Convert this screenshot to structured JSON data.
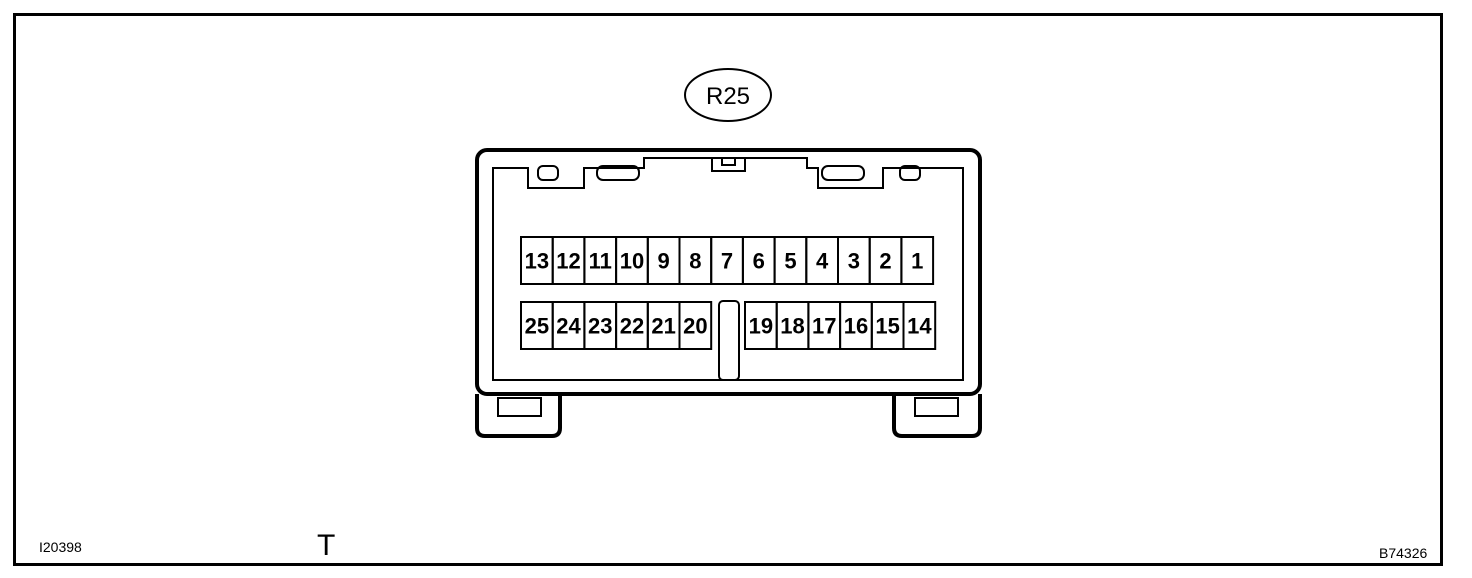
{
  "connector": {
    "label": "R25"
  },
  "pins": {
    "top_row": [
      "13",
      "12",
      "11",
      "10",
      "9",
      "8",
      "7",
      "6",
      "5",
      "4",
      "3",
      "2",
      "1"
    ],
    "bottom_left": [
      "25",
      "24",
      "23",
      "22",
      "21",
      "20"
    ],
    "bottom_right": [
      "19",
      "18",
      "17",
      "16",
      "15",
      "14"
    ]
  },
  "footer": {
    "left_code": "I20398",
    "mid_mark": "T",
    "right_code": "B74326"
  }
}
